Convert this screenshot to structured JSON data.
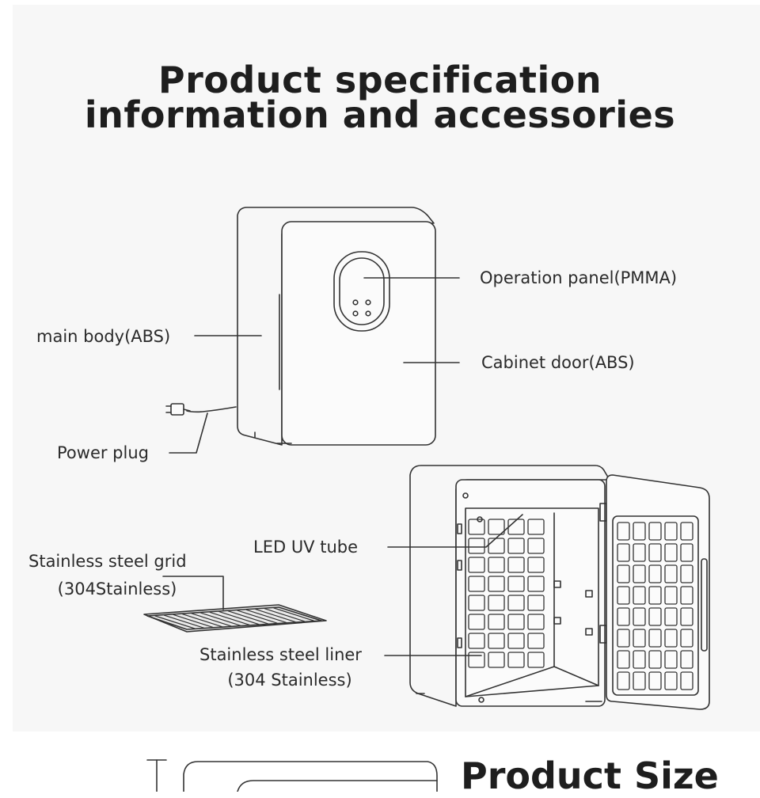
{
  "title": {
    "line1": "Product specification",
    "line2": "information and accessories"
  },
  "labels": {
    "operation_panel": "Operation panel(PMMA)",
    "main_body": "main body(ABS)",
    "cabinet_door": "Cabinet door(ABS)",
    "power_plug": "Power plug",
    "led_uv_tube": "LED UV tube",
    "grid_line1": "Stainless steel grid",
    "grid_line2": "(304Stainless)",
    "liner_line1": "Stainless steel liner",
    "liner_line2": "(304 Stainless)"
  },
  "size_section": {
    "title": "Product Size"
  },
  "colors": {
    "background": "#f7f7f7",
    "line": "#333333",
    "text": "#222222"
  }
}
